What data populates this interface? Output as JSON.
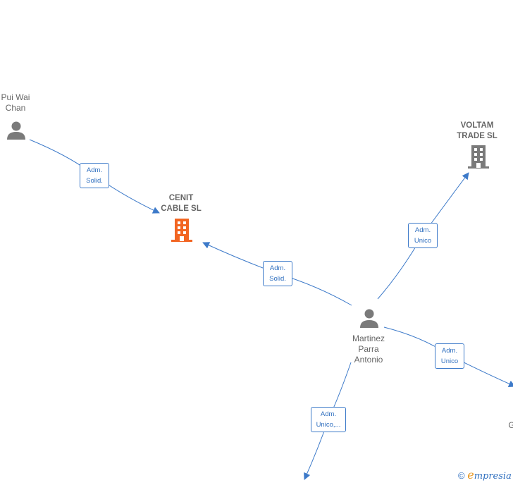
{
  "colors": {
    "edge": "#3d7ac9",
    "person": "#7a7a7a",
    "company_main": "#f26522",
    "company": "#7a7a7a",
    "label": "#666666"
  },
  "nodes": {
    "pui_wai_chan": {
      "label": "Pui Wai\nChan",
      "icon": "person-icon"
    },
    "cenit_cable": {
      "label": "CENIT\nCABLE  SL",
      "icon": "building-icon"
    },
    "voltam_trade": {
      "label": "VOLTAM\nTRADE  SL",
      "icon": "building-icon"
    },
    "martinez_parra": {
      "label": "Martinez\nParra\nAntonio",
      "icon": "person-icon"
    },
    "partial_right": {
      "label": "G"
    }
  },
  "edges": {
    "e1": {
      "label": "Adm.\nSolid."
    },
    "e2": {
      "label": "Adm.\nSolid."
    },
    "e3": {
      "label": "Adm.\nUnico"
    },
    "e4": {
      "label": "Adm.\nUnico"
    },
    "e5": {
      "label": "Adm.\nUnico,..."
    }
  },
  "footer": {
    "copyright": "©",
    "brand_e": "e",
    "brand_rest": "mpresia"
  }
}
